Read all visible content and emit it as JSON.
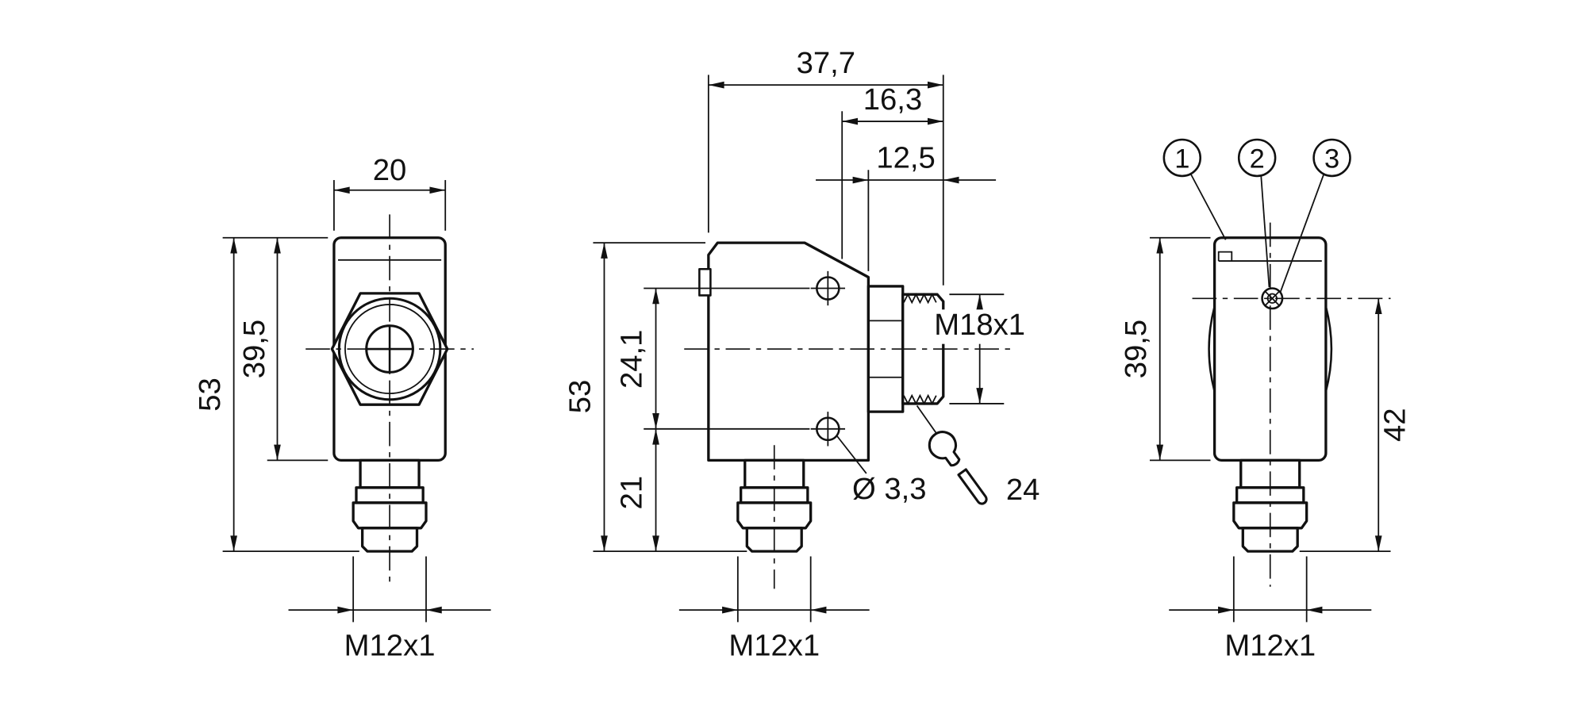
{
  "views": {
    "front": {
      "dim_width": "20",
      "dim_total_height": "53",
      "dim_body_height": "39,5",
      "dim_connector_thread": "M12x1"
    },
    "side": {
      "dim_total_depth": "37,7",
      "dim_nozzle_depth": "16,3",
      "dim_thread_length": "12,5",
      "dim_total_height": "53",
      "dim_hole_spacing": "24,1",
      "dim_hole_to_bottom": "21",
      "dim_nozzle_thread": "M18x1",
      "dim_mounting_hole": "Ø 3,3",
      "wrench_size": "24",
      "dim_connector_thread": "M12x1"
    },
    "back": {
      "callout_1": "1",
      "callout_2": "2",
      "callout_3": "3",
      "dim_body_height": "39,5",
      "dim_axis_to_bottom": "42",
      "dim_connector_thread": "M12x1"
    }
  }
}
